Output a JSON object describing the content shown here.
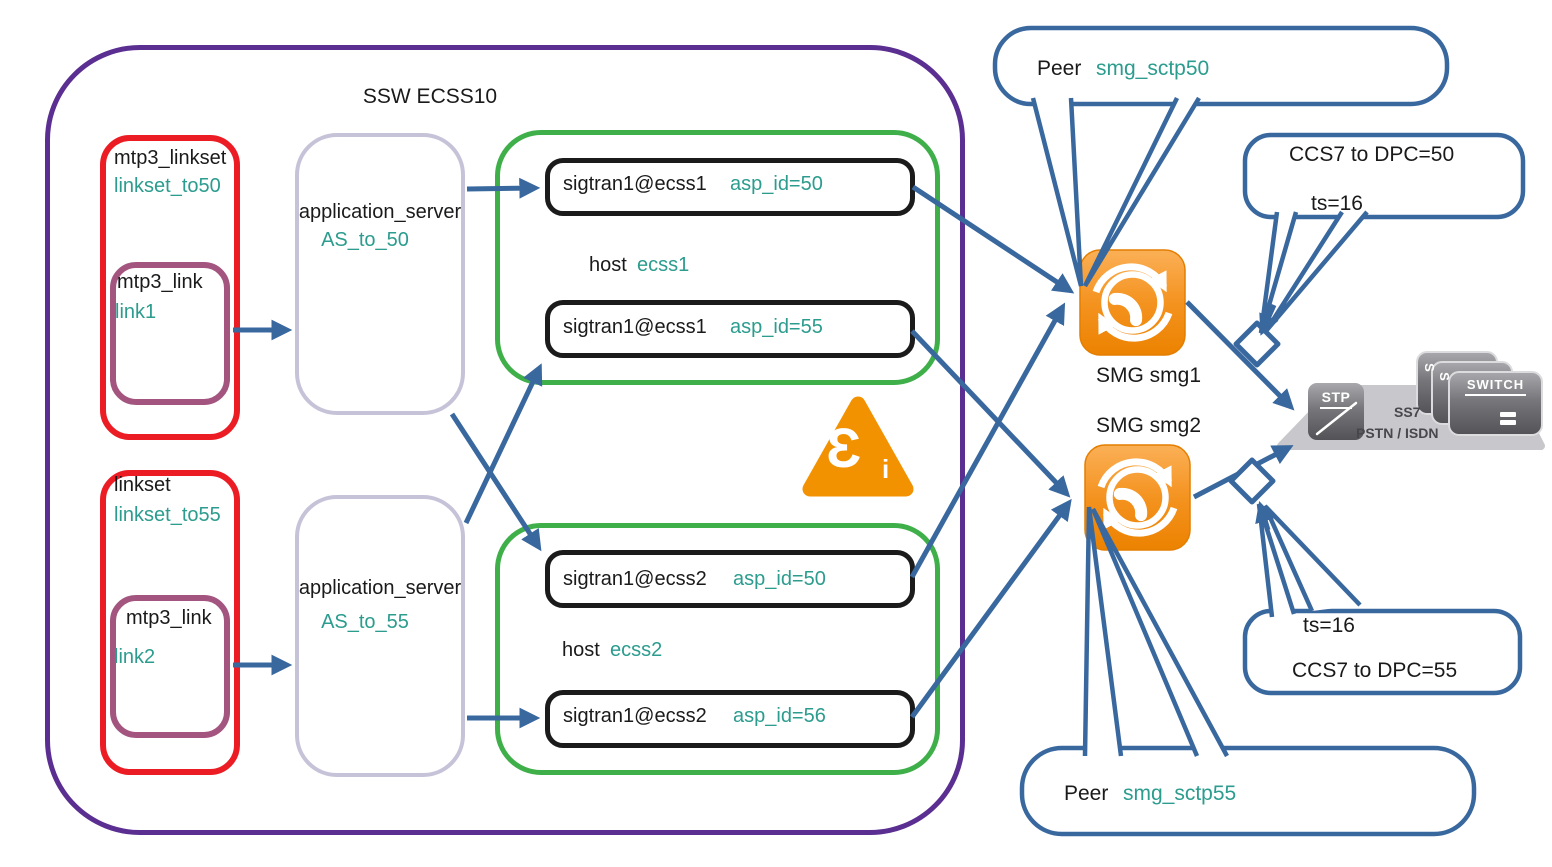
{
  "title": "SSW ECSS10",
  "colors": {
    "blue": "#39689F",
    "purple": "#5B2E91",
    "red": "#EC1C24",
    "maroon": "#A3557F",
    "green": "#3FAF4A",
    "lavender": "#C6C2D8",
    "teal": "#2B9C8E",
    "orange": "#F08A00",
    "black": "#1B1B1B",
    "gray": "#6E6E72"
  },
  "linkset_to50": {
    "type": "mtp3_linkset",
    "name": "linkset_to50",
    "link_type": "mtp3_link",
    "link_name": "link1"
  },
  "linkset_to55": {
    "type": "linkset",
    "name": "linkset_to55",
    "link_type": "mtp3_link",
    "link_name": "link2"
  },
  "as_to_50": {
    "type": "application_server",
    "name": "AS_to_50"
  },
  "as_to_55": {
    "type": "application_server",
    "name": "AS_to_55"
  },
  "host_ecss1": {
    "label": "host",
    "name": "ecss1",
    "sigtran_a": {
      "endpoint": "sigtran1@ecss1",
      "asp_id": "asp_id=50"
    },
    "sigtran_b": {
      "endpoint": "sigtran1@ecss1",
      "asp_id": "asp_id=55"
    }
  },
  "host_ecss2": {
    "label": "host",
    "name": "ecss2",
    "sigtran_a": {
      "endpoint": "sigtran1@ecss2",
      "asp_id": "asp_id=50"
    },
    "sigtran_b": {
      "endpoint": "sigtran1@ecss2",
      "asp_id": "asp_id=56"
    }
  },
  "smg1": {
    "label": "SMG smg1"
  },
  "smg2": {
    "label": "SMG smg2"
  },
  "peer_smg_sctp50": {
    "label": "Peer",
    "name": "smg_sctp50"
  },
  "peer_smg_sctp55": {
    "label": "Peer",
    "name": "smg_sctp55"
  },
  "callout_dpc50": {
    "line1": "CCS7 to DPC=50",
    "line2": "ts=16"
  },
  "callout_dpc55": {
    "line1": "ts=16",
    "line2": "CCS7 to DPC=55"
  },
  "network": {
    "stp": "STP",
    "switch": "SWITCH",
    "switch_side": "S",
    "label1": "SS7",
    "label2": "PSTN / ISDN"
  },
  "icons": {
    "smg": "media-gateway-phone-icon",
    "logo": "ecss-triangle-logo-icon",
    "logo_glyph": "Ɛ",
    "logo_sub": "i",
    "stp": "stp-node-icon",
    "switch": "switch-stack-icon",
    "e1_port": "e1-diamond-connector",
    "arrow": "flow-arrow"
  }
}
